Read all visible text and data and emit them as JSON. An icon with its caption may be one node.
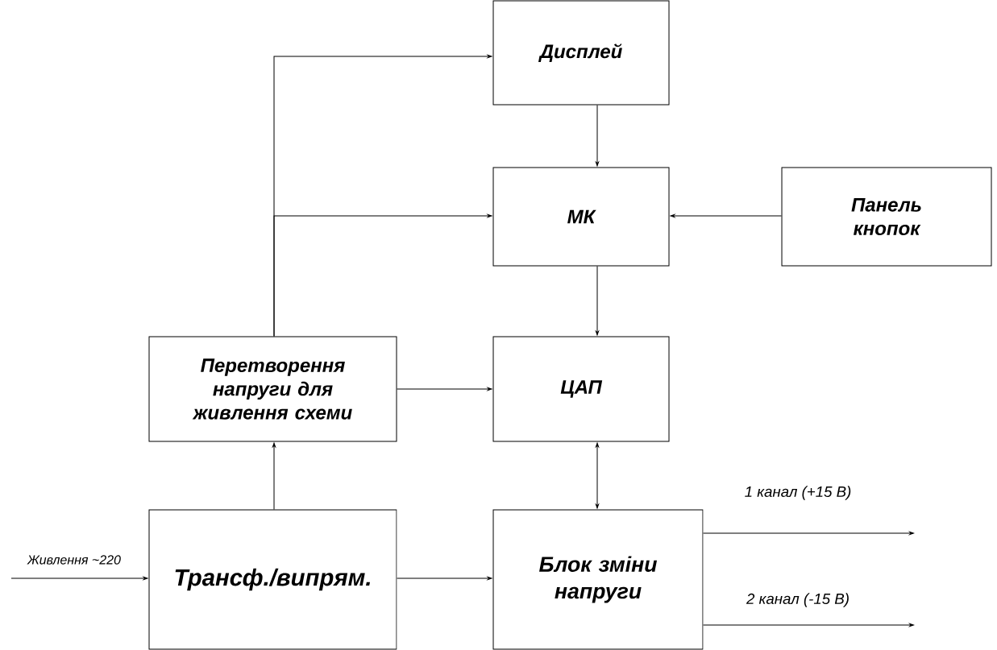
{
  "diagram": {
    "nodes": [
      {
        "text": [
          "Дисплей"
        ]
      },
      {
        "text": [
          "МК"
        ]
      },
      {
        "text": [
          "Панель кнопок"
        ]
      },
      {
        "text": [
          "Перетворення напруги для живлення схеми"
        ]
      },
      {
        "text": [
          "ЦАП"
        ]
      },
      {
        "text": [
          "Трансф./випрям."
        ]
      },
      {
        "text": [
          "Блок зміни напруги"
        ]
      }
    ],
    "edges": [
      {
        "from": 0,
        "to": 1,
        "arrow": "to"
      },
      {
        "from": 3,
        "to": 0,
        "arrow": "to"
      },
      {
        "from": 3,
        "to": 1,
        "arrow": "to"
      },
      {
        "from": 2,
        "to": 1,
        "arrow": "to"
      },
      {
        "from": 1,
        "to": 4,
        "arrow": "to"
      },
      {
        "from": 3,
        "to": 4,
        "arrow": "to"
      },
      {
        "from": 4,
        "to": 6,
        "arrow": "both"
      },
      {
        "from": 5,
        "to": 3,
        "arrow": "to"
      },
      {
        "from": 5,
        "to": 6,
        "arrow": "to"
      },
      {
        "from": null,
        "to": 5,
        "arrow": "to",
        "label": "Живлення ~220"
      },
      {
        "from": 6,
        "to": null,
        "arrow": "to",
        "label": "1 канал (+15 В)"
      },
      {
        "from": 6,
        "to": null,
        "arrow": "to",
        "label": "2 канал (-15 В)"
      }
    ]
  }
}
